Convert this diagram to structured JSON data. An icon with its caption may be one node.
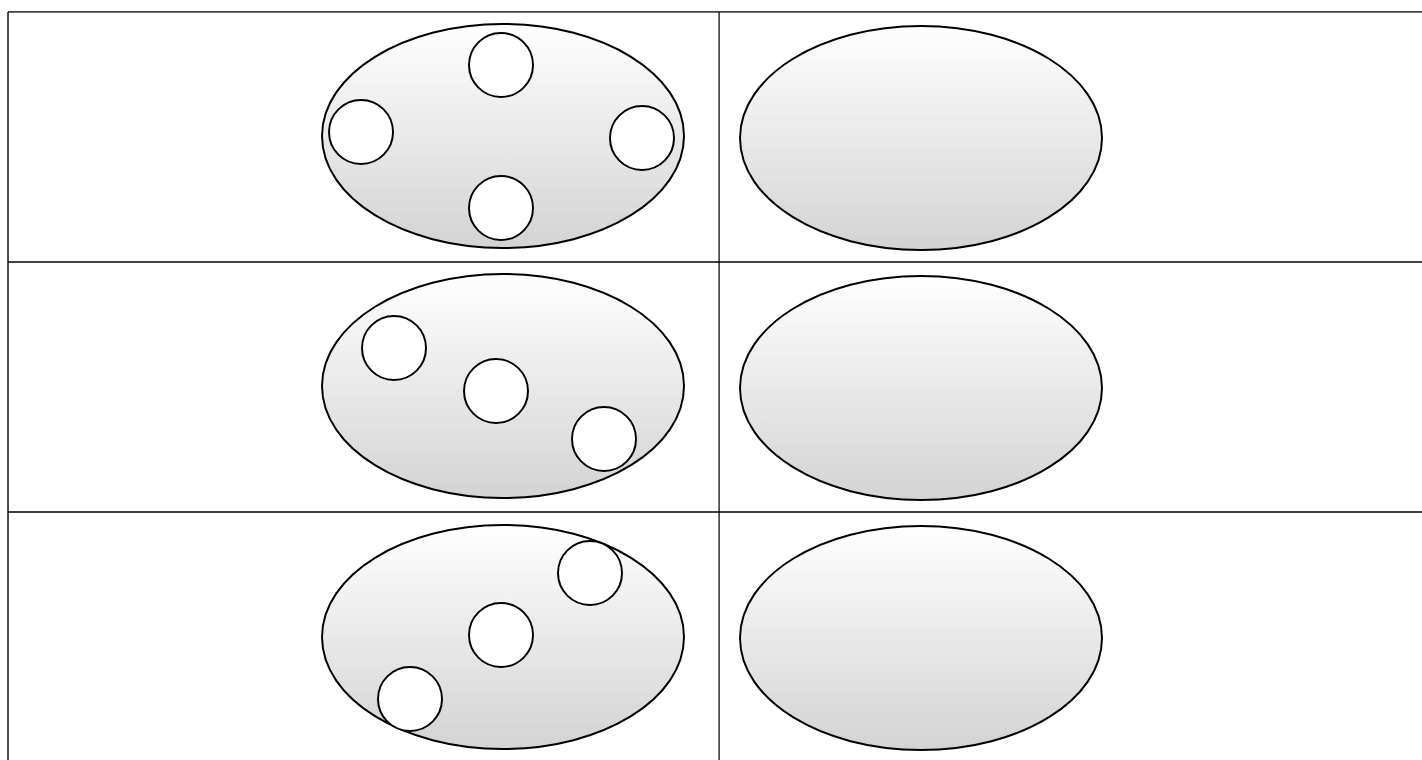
{
  "diagram": {
    "nodes": [
      {
        "text": [],
        "shape": "ellipse"
      },
      {
        "text": [],
        "shape": "circle",
        "in": 0
      },
      {
        "text": [],
        "shape": "circle",
        "in": 0
      },
      {
        "text": [],
        "shape": "circle",
        "in": 0
      },
      {
        "text": [],
        "shape": "circle",
        "in": 0
      },
      {
        "text": [],
        "shape": "ellipse"
      },
      {
        "text": [],
        "shape": "ellipse"
      },
      {
        "text": [],
        "shape": "circle",
        "in": 6
      },
      {
        "text": [],
        "shape": "circle",
        "in": 6
      },
      {
        "text": [],
        "shape": "circle",
        "in": 6
      },
      {
        "text": [],
        "shape": "ellipse"
      },
      {
        "text": [],
        "shape": "ellipse"
      },
      {
        "text": [],
        "shape": "circle",
        "in": 11
      },
      {
        "text": [],
        "shape": "circle",
        "in": 11
      },
      {
        "text": [],
        "shape": "circle",
        "in": 11
      },
      {
        "text": [],
        "shape": "ellipse"
      }
    ]
  }
}
